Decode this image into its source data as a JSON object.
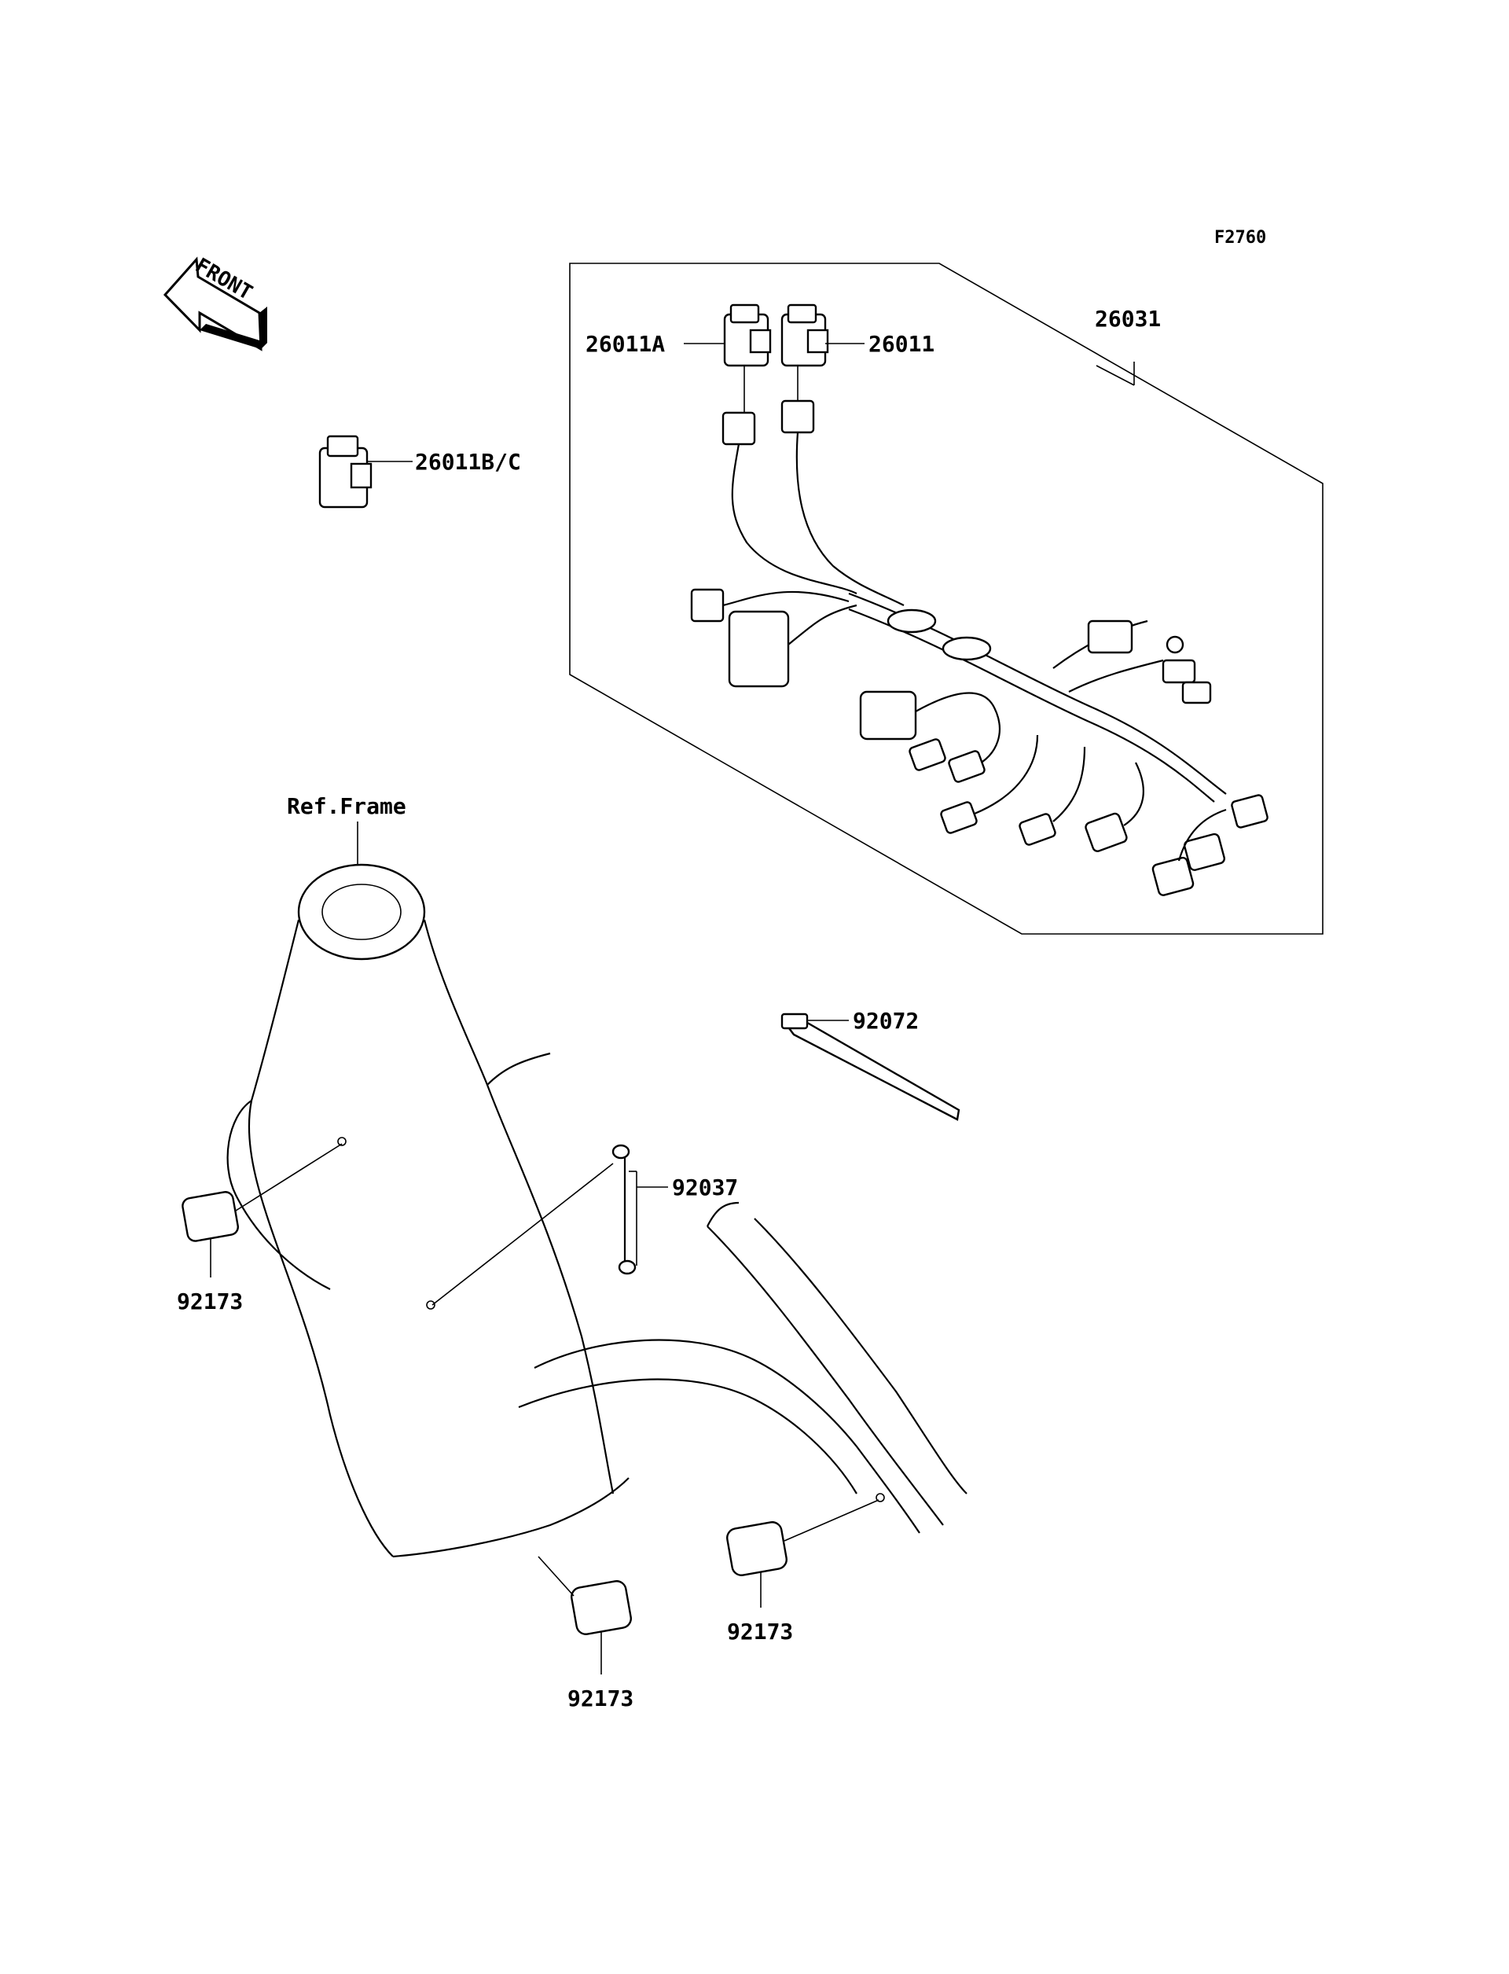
{
  "figure_code": "F2760",
  "front_arrow": {
    "label": "FRONT",
    "icon": "front-direction-arrow-icon"
  },
  "reference": {
    "label": "Ref.Frame"
  },
  "callouts": [
    {
      "part": "26031",
      "description_icon": "wiring-harness-icon"
    },
    {
      "part": "26011A",
      "description_icon": "connector-icon"
    },
    {
      "part": "26011",
      "description_icon": "connector-icon"
    },
    {
      "part": "26011B/C",
      "description_icon": "connector-icon"
    },
    {
      "part": "92072",
      "description_icon": "cable-tie-icon"
    },
    {
      "part": "92037",
      "description_icon": "clamp-icon"
    },
    {
      "part": "92173",
      "description_icon": "clamp-icon"
    },
    {
      "part": "92173",
      "description_icon": "clamp-icon"
    },
    {
      "part": "92173",
      "description_icon": "clamp-icon"
    }
  ]
}
